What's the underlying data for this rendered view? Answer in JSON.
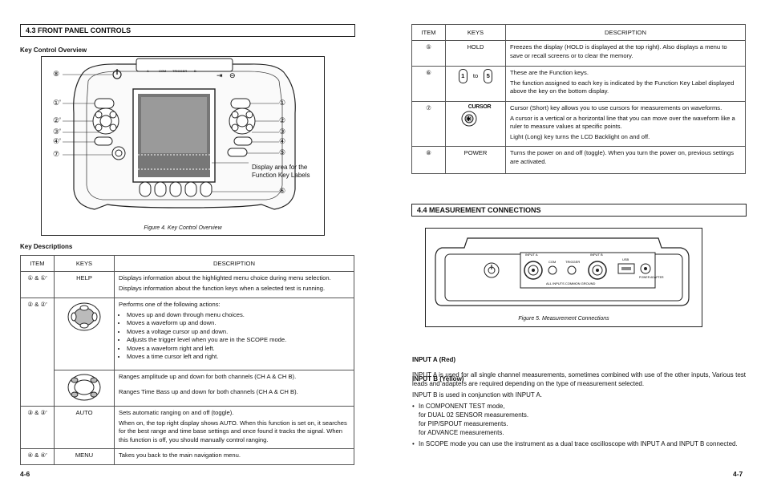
{
  "left": {
    "section_title": "4.3 FRONT PANEL CONTROLS",
    "overview_heading": "Key Control Overview",
    "figure4": {
      "display_area_label_1": "Display area for the",
      "display_area_label_2": "Function Key Labels",
      "caption": "Figure 4. Key Control Overview",
      "callouts_left": [
        "⑧",
        "①'",
        "②'",
        "③'",
        "④'",
        "⑦"
      ],
      "callouts_right": [
        "①",
        "②",
        "③",
        "④",
        "⑤",
        "⑥"
      ],
      "top_labels": [
        "A",
        "COM",
        "TRIGGER",
        "B"
      ]
    },
    "descriptions_heading": "Key Descriptions",
    "table": {
      "headers": [
        "ITEM",
        "KEYS",
        "DESCRIPTION"
      ],
      "row1": {
        "item": "① & ①'",
        "key": "HELP",
        "desc": [
          "Displays information about the highlighted menu choice during menu selection.",
          "Displays information about the function keys when a selected test is running."
        ]
      },
      "row2": {
        "item": "② & ②'",
        "intro": "Performs one of the following actions:",
        "bullets": [
          "Moves up and down through menu choices.",
          "Moves a waveform up and down.",
          "Moves a voltage cursor up and down.",
          "Adjusts the trigger level when you are in the SCOPE mode.",
          "Moves a waveform right and left.",
          "Moves a time cursor left and right."
        ]
      },
      "row2b": {
        "line1": "Ranges amplitude up and down for both channels (CH A & CH B).",
        "line2": "Ranges Time Bass up and down for both channels (CH A & CH B)."
      },
      "row3": {
        "item": "③ & ③'",
        "key": "AUTO",
        "desc": [
          "Sets automatic ranging on and off (toggle).",
          "When on, the top right display shows AUTO. When this function is set on, it searches for the best range and time base settings and once found it tracks the signal. When this function is off, you should manually control ranging."
        ]
      },
      "row4": {
        "item": "④ & ④'",
        "key": "MENU",
        "desc": [
          "Takes you back to the main navigation menu."
        ]
      }
    },
    "page_number": "4-6"
  },
  "right": {
    "table": {
      "headers": [
        "ITEM",
        "KEYS",
        "DESCRIPTION"
      ],
      "row5": {
        "item": "⑤",
        "key": "HOLD",
        "desc": [
          "Freezes the display (HOLD is displayed at the top right). Also displays a menu to save or recall screens or to clear the memory."
        ]
      },
      "row6": {
        "item": "⑥",
        "key_from": "1",
        "key_to_word": "to",
        "key_to": "5",
        "desc": [
          "These are the Function keys.",
          "The function assigned to each key is indicated by the Function Key Label displayed above the key on the bottom display."
        ]
      },
      "row7": {
        "item": "⑦",
        "key_label": "CURSOR",
        "desc": [
          "Cursor (Short) key allows you to use cursors for measurements on waveforms.",
          "A cursor is a vertical or a horizontal line that you can move over the waveform like a ruler to measure values at specific points.",
          "Light (Long) key turns the LCD Backlight on and off."
        ]
      },
      "row8": {
        "item": "⑧",
        "key": "POWER",
        "desc": [
          "Turns the power on and off (toggle). When you turn the power on, previous settings are activated."
        ]
      }
    },
    "section_title": "4.4 MEASUREMENT CONNECTIONS",
    "figure5": {
      "caption": "Figure 5. Measurement Connections",
      "labels": [
        "INPUT A",
        "COM",
        "TRIGGER",
        "INPUT B",
        "USB",
        "POWER ADAPTER",
        "ALL INPUTS COMMON GROUND"
      ]
    },
    "input_a_heading": "INPUT A (Red)",
    "input_a_text": "INPUT A is used for all single channel measurements, sometimes combined with use of the other inputs, Various test leads and adapters are required depending on the type of measurement selected.",
    "input_b_heading": "INPUT B (Yellow)",
    "input_b_text": "INPUT B is used in conjunction with INPUT A.",
    "input_b_bullet1_lines": [
      "In COMPONENT TEST mode,",
      "for DUAL 02 SENSOR measurements.",
      "for PIP/SPOUT measurements.",
      "for ADVANCE measurements."
    ],
    "input_b_bullet2": "In SCOPE mode you can use the instrument as a dual trace oscilloscope with INPUT A and INPUT B connected.",
    "page_number": "4-7"
  }
}
